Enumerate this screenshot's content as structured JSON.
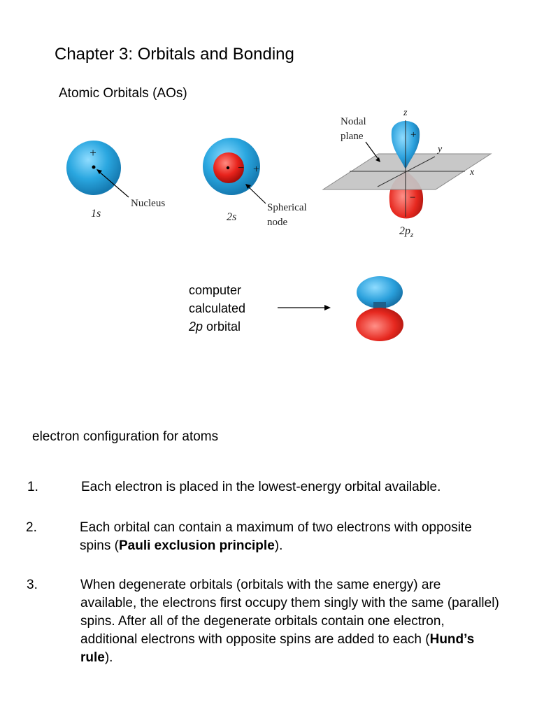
{
  "page": {
    "title": "Chapter 3: Orbitals and Bonding",
    "subtitle": "Atomic Orbitals (AOs)"
  },
  "figure": {
    "orbital_1s_label": "1s",
    "orbital_1s_sign": "+",
    "nucleus_label": "Nucleus",
    "orbital_2s_label": "2s",
    "orbital_2s_inner_sign": "−",
    "orbital_2s_outer_sign": "+",
    "spherical_node_line1": "Spherical",
    "spherical_node_line2": "node",
    "nodal_plane_line1": "Nodal",
    "nodal_plane_line2": "plane",
    "axis_z": "z",
    "axis_y": "y",
    "axis_x": "x",
    "lobe_top_sign": "+",
    "lobe_bottom_sign": "−",
    "orbital_2p_main": "2p",
    "orbital_2p_sub": "z"
  },
  "computed": {
    "line1": "computer",
    "line2": "calculated",
    "line3_italic": "2p",
    "line3_rest": " orbital"
  },
  "section": {
    "heading": "electron configuration for atoms"
  },
  "rules": [
    {
      "num": "1.",
      "text": "Each electron is placed in the lowest-energy orbital available.",
      "bold": "",
      "after": ""
    },
    {
      "num": "2.",
      "text": "Each orbital can contain a maximum of two electrons with opposite spins (",
      "bold": "Pauli exclusion principle",
      "after": ")."
    },
    {
      "num": "3.",
      "text": "When degenerate orbitals (orbitals with the same energy) are available, the electrons first occupy them singly with the same (parallel) spins. After all of the degenerate orbitals contain one electron, additional electrons with opposite spins are added to each (",
      "bold": "Hund’s rule",
      "after": ")."
    }
  ]
}
